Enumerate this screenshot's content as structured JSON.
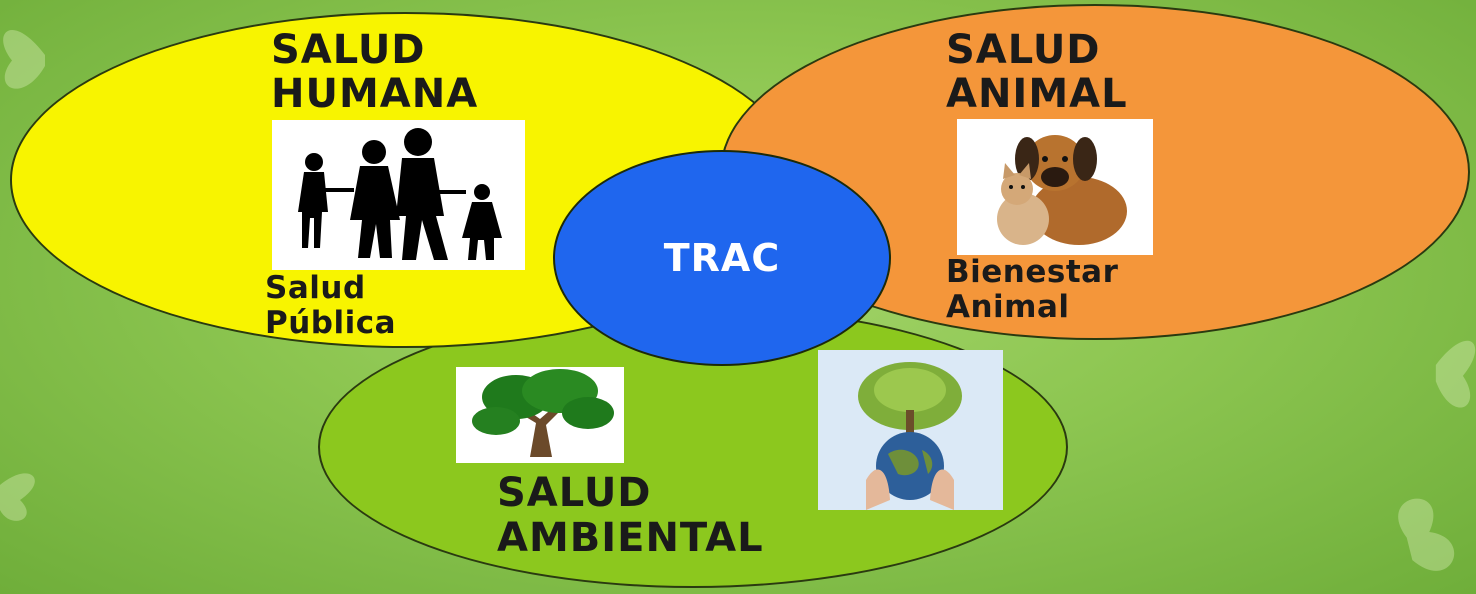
{
  "colors": {
    "background": "#8dc651",
    "human": "#f8f400",
    "animal": "#f4963a",
    "environment": "#8cc81e",
    "trac": "#1f66ee"
  },
  "human": {
    "title_line1": "SALUD",
    "title_line2": "HUMANA",
    "sub_line1": "Salud",
    "sub_line2": "Pública",
    "image_icon": "family-silhouette-icon"
  },
  "animal": {
    "title_line1": "SALUD",
    "title_line2": "ANIMAL",
    "sub_line1": "Bienestar",
    "sub_line2": "Animal",
    "image_icon": "dog-and-cat-icon"
  },
  "environment": {
    "title_line1": "SALUD",
    "title_line2": "AMBIENTAL",
    "image_icon_1": "tree-icon",
    "image_icon_2": "earth-in-hands-icon"
  },
  "center": {
    "label": "TRAC"
  }
}
